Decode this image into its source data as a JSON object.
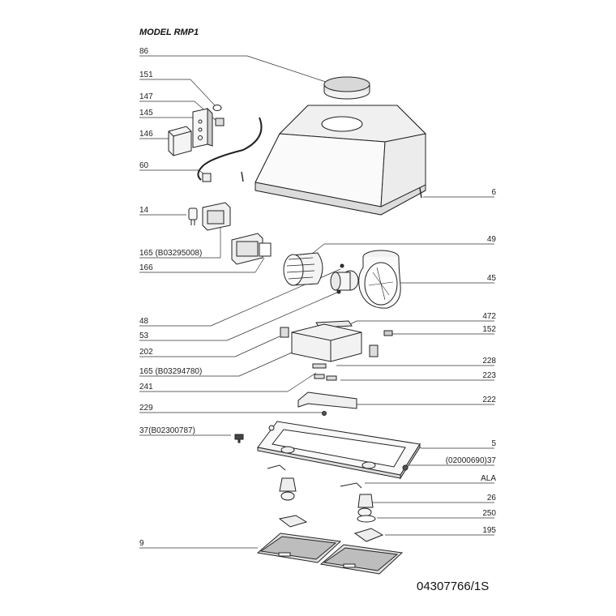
{
  "title": "MODEL RMP1",
  "document_code": "04307766/1S",
  "callouts_left": [
    "86",
    "151",
    "147",
    "145",
    "146",
    "60",
    "14",
    "165 (B03295008)",
    "166",
    "48",
    "53",
    "202",
    "165 (B03294780)",
    "241",
    "229",
    "37(B02300787)",
    "9"
  ],
  "callouts_right": [
    "6",
    "49",
    "45",
    "472",
    "152",
    "228",
    "223",
    "222",
    "5",
    "(02000690)37",
    "ALA",
    "26",
    "250",
    "195"
  ]
}
